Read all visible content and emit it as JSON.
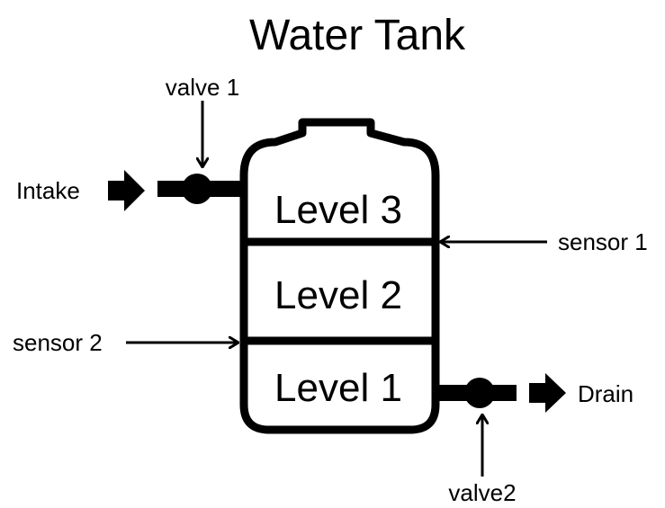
{
  "title": "Water Tank",
  "tank": {
    "levels": [
      "Level 3",
      "Level 2",
      "Level 1"
    ]
  },
  "intake": {
    "label": "Intake"
  },
  "drain": {
    "label": "Drain"
  },
  "valves": {
    "valve1": "valve 1",
    "valve2": "valve2"
  },
  "sensors": {
    "sensor1": "sensor 1",
    "sensor2": "sensor 2"
  },
  "colors": {
    "line": "#000000",
    "background": "#ffffff"
  }
}
